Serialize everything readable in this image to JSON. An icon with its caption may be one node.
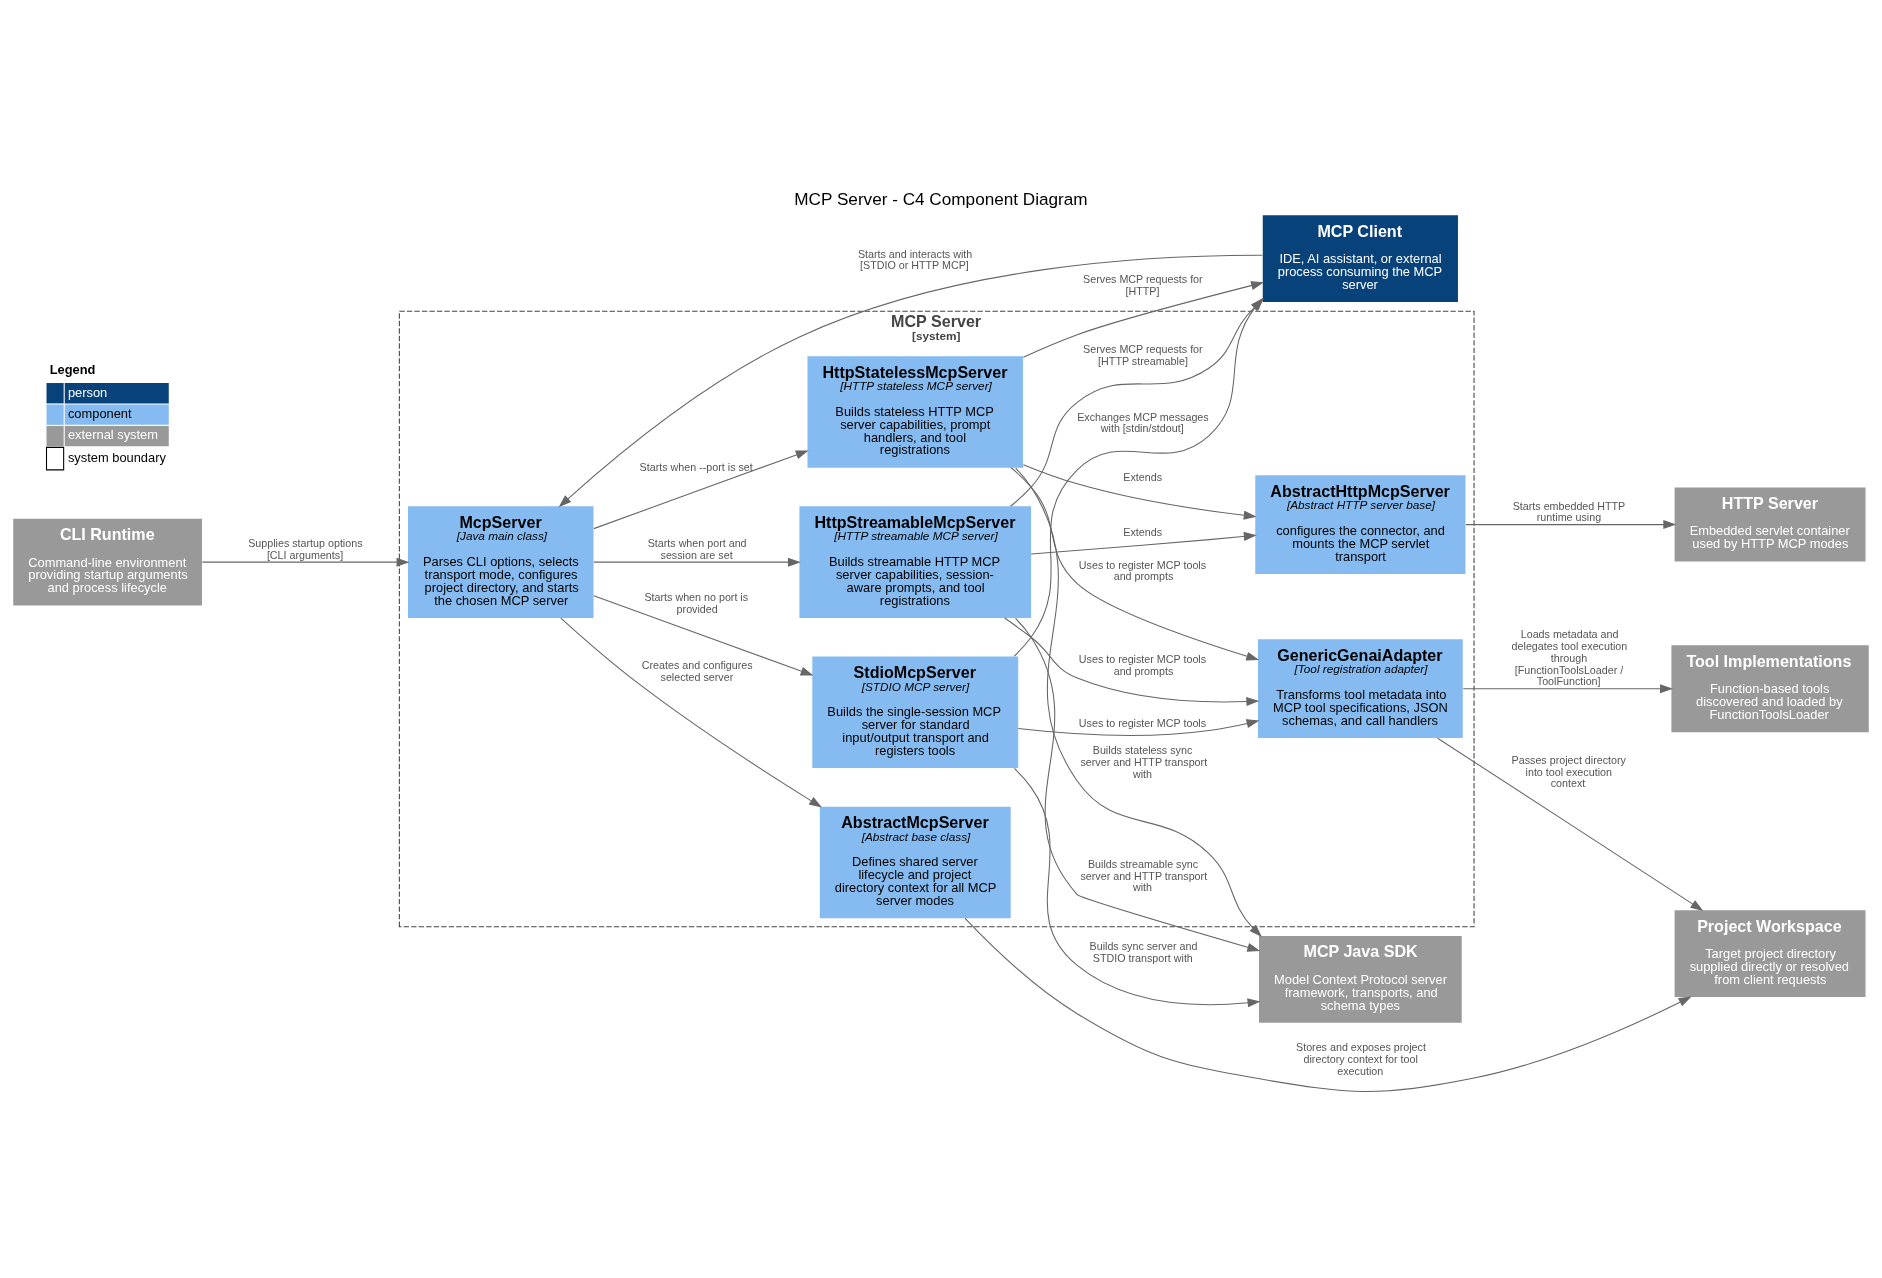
{
  "diagram": {
    "title": "MCP Server - C4 Component Diagram",
    "nodes": [
      {
        "text": [
          "MCP Client",
          "IDE, AI assistant, or external process consuming the MCP server"
        ]
      },
      {
        "text": [
          "MCP Server",
          "[system]"
        ]
      },
      {
        "text": [
          "McpServer",
          "[Java main class]",
          "Parses CLI options, selects transport mode, configures project directory, and starts the chosen MCP server"
        ],
        "in": 1
      },
      {
        "text": [
          "HttpStatelessMcpServer",
          "[HTTP stateless MCP server]",
          "Builds stateless HTTP MCP server capabilities, prompt handlers, and tool registrations"
        ],
        "in": 1
      },
      {
        "text": [
          "HttpStreamableMcpServer",
          "[HTTP streamable MCP server]",
          "Builds streamable HTTP MCP server capabilities, session-aware prompts, and tool registrations"
        ],
        "in": 1
      },
      {
        "text": [
          "StdioMcpServer",
          "[STDIO MCP server]",
          "Builds the single-session MCP server for standard input/output transport and registers tools"
        ],
        "in": 1
      },
      {
        "text": [
          "AbstractMcpServer",
          "[Abstract base class]",
          "Defines shared server lifecycle and project directory context for all MCP server modes"
        ],
        "in": 1
      },
      {
        "text": [
          "AbstractHttpMcpServer",
          "[Abstract HTTP server base]",
          "configures the connector, and mounts the MCP servlet transport"
        ],
        "in": 1
      },
      {
        "text": [
          "GenericGenaiAdapter",
          "[Tool registration adapter]",
          "Transforms tool metadata into MCP tool specifications, JSON schemas, and call handlers"
        ],
        "in": 1
      },
      {
        "text": [
          "CLI Runtime",
          "Command-line environment providing startup arguments and process lifecycle"
        ]
      },
      {
        "text": [
          "HTTP Server",
          "Embedded servlet container used by HTTP MCP modes"
        ]
      },
      {
        "text": [
          "Tool Implementations",
          "Function-based tools discovered and loaded by FunctionToolsLoader"
        ]
      },
      {
        "text": [
          "MCP Java SDK",
          "Model Context Protocol server framework, transports, and schema types"
        ]
      },
      {
        "text": [
          "Project Workspace",
          "Target project directory supplied directly or resolved from client requests"
        ]
      }
    ],
    "edges": [
      {
        "from": 0,
        "to": 2,
        "arrow": "to",
        "label": "Starts and interacts with [STDIO or HTTP MCP]"
      },
      {
        "from": 3,
        "to": 0,
        "arrow": "to",
        "label": "Serves MCP requests for [HTTP]"
      },
      {
        "from": 4,
        "to": 0,
        "arrow": "to",
        "label": "Serves MCP requests for [HTTP streamable]"
      },
      {
        "from": 5,
        "to": 0,
        "arrow": "to",
        "label": "Exchanges MCP messages with [stdin/stdout]"
      },
      {
        "from": 9,
        "to": 2,
        "arrow": "to",
        "label": "Supplies startup options [CLI arguments]"
      },
      {
        "from": 2,
        "to": 3,
        "arrow": "to",
        "label": "Starts when --port is set"
      },
      {
        "from": 2,
        "to": 4,
        "arrow": "to",
        "label": "Starts when port and session are set"
      },
      {
        "from": 2,
        "to": 5,
        "arrow": "to",
        "label": "Starts when no port is provided"
      },
      {
        "from": 2,
        "to": 6,
        "arrow": "to",
        "label": "Creates and configures selected server"
      },
      {
        "from": 3,
        "to": 7,
        "arrow": "to",
        "label": "Extends"
      },
      {
        "from": 4,
        "to": 7,
        "arrow": "to",
        "label": "Extends"
      },
      {
        "from": 3,
        "to": 8,
        "arrow": "to",
        "label": "Uses to register MCP tools and prompts"
      },
      {
        "from": 4,
        "to": 8,
        "arrow": "to",
        "label": "Uses to register MCP tools and prompts"
      },
      {
        "from": 5,
        "to": 8,
        "arrow": "to",
        "label": "Uses to register MCP tools"
      },
      {
        "from": 3,
        "to": 12,
        "arrow": "to",
        "label": "Builds stateless sync server and HTTP transport with"
      },
      {
        "from": 4,
        "to": 12,
        "arrow": "to",
        "label": "Builds streamable sync server and HTTP transport with"
      },
      {
        "from": 5,
        "to": 12,
        "arrow": "to",
        "label": "Builds sync server and STDIO transport with"
      },
      {
        "from": 7,
        "to": 10,
        "arrow": "to",
        "label": "Starts embedded HTTP runtime using"
      },
      {
        "from": 8,
        "to": 11,
        "arrow": "to",
        "label": "Loads metadata and delegates tool execution through [FunctionToolsLoader / ToolFunction]"
      },
      {
        "from": 8,
        "to": 13,
        "arrow": "to",
        "label": "Passes project directory into tool execution context"
      },
      {
        "from": 6,
        "to": 13,
        "arrow": "to",
        "label": "Stores and exposes project directory context for tool execution"
      }
    ],
    "labels": [
      "Legend"
    ],
    "legend": [
      {
        "text": "person",
        "color": "#08427b"
      },
      {
        "text": "component",
        "color": "#85bbf0"
      },
      {
        "text": "external system",
        "color": "#999999"
      },
      {
        "text": "system boundary"
      }
    ]
  }
}
